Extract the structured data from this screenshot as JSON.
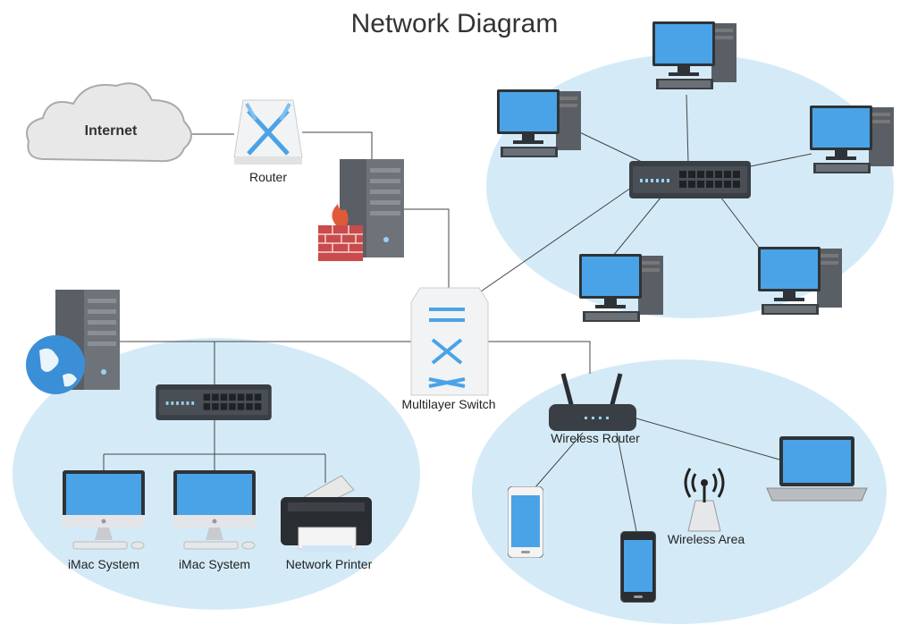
{
  "title": "Network Diagram",
  "colors": {
    "zone": "#d4ebf7",
    "link": "#444444",
    "screen": "#4aa3e6",
    "device_dark": "#3a3f45"
  },
  "nodes": {
    "internet": {
      "label": "Internet",
      "icon": "cloud-icon"
    },
    "router": {
      "label": "Router",
      "icon": "router-icon"
    },
    "firewall": {
      "label": "",
      "icon": "firewall-server-icon"
    },
    "web_server": {
      "label": "",
      "icon": "web-server-icon"
    },
    "multilayer_switch": {
      "label": "Multilayer Switch",
      "icon": "multilayer-switch-icon"
    },
    "switch_left": {
      "label": "",
      "icon": "switch-icon"
    },
    "switch_right": {
      "label": "",
      "icon": "switch-icon"
    },
    "imac_1": {
      "label": "iMac System",
      "icon": "imac-icon"
    },
    "imac_2": {
      "label": "iMac System",
      "icon": "imac-icon"
    },
    "printer": {
      "label": "Network Printer",
      "icon": "printer-icon"
    },
    "wireless_router": {
      "label": "Wireless Router",
      "icon": "wireless-router-icon"
    },
    "wireless_area": {
      "label": "Wireless Area",
      "icon": "wireless-antenna-icon"
    },
    "laptop": {
      "label": "",
      "icon": "laptop-icon"
    },
    "phone_white": {
      "label": "",
      "icon": "smartphone-icon"
    },
    "phone_black": {
      "label": "",
      "icon": "smartphone-icon"
    },
    "pc_1": {
      "label": "",
      "icon": "desktop-pc-icon"
    },
    "pc_2": {
      "label": "",
      "icon": "desktop-pc-icon"
    },
    "pc_3": {
      "label": "",
      "icon": "desktop-pc-icon"
    },
    "pc_4": {
      "label": "",
      "icon": "desktop-pc-icon"
    },
    "pc_5": {
      "label": "",
      "icon": "desktop-pc-icon"
    }
  },
  "edges": [
    {
      "from": "internet",
      "to": "router"
    },
    {
      "from": "router",
      "to": "firewall"
    },
    {
      "from": "firewall",
      "to": "multilayer_switch"
    },
    {
      "from": "multilayer_switch",
      "to": "switch_right"
    },
    {
      "from": "switch_right",
      "to": "pc_1"
    },
    {
      "from": "switch_right",
      "to": "pc_2"
    },
    {
      "from": "switch_right",
      "to": "pc_3"
    },
    {
      "from": "switch_right",
      "to": "pc_4"
    },
    {
      "from": "switch_right",
      "to": "pc_5"
    },
    {
      "from": "web_server",
      "to": "multilayer_switch"
    },
    {
      "from": "switch_left",
      "to": "web_server"
    },
    {
      "from": "switch_left",
      "to": "imac_1"
    },
    {
      "from": "switch_left",
      "to": "imac_2"
    },
    {
      "from": "switch_left",
      "to": "printer"
    },
    {
      "from": "multilayer_switch",
      "to": "wireless_router"
    },
    {
      "from": "wireless_router",
      "to": "phone_white"
    },
    {
      "from": "wireless_router",
      "to": "phone_black"
    },
    {
      "from": "wireless_router",
      "to": "laptop"
    }
  ]
}
